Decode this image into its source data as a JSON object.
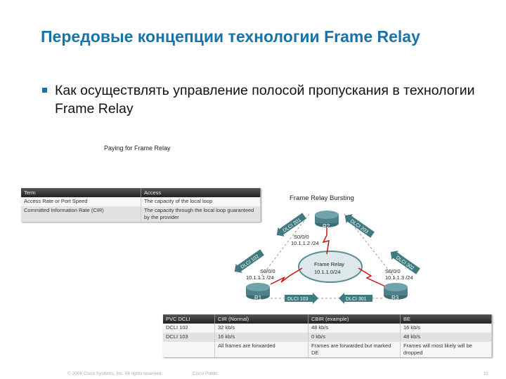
{
  "title": "Передовые концепции технологии Frame Relay",
  "bullet": "Как осуществлять управление полосой пропускания в технологии Frame Relay",
  "colors": {
    "title": "#1a73a8",
    "link": "#2e6b6b",
    "serial": "#d01010"
  },
  "paying": {
    "caption": "Paying for Frame Relay",
    "headers": [
      "Term",
      "Access"
    ],
    "rows": [
      [
        "Access Rate or Port Speed",
        "The capacity of the local loop"
      ],
      [
        "Committed Information Rate (CIR)",
        "The capacity through the local loop guaranteed by the provider"
      ]
    ]
  },
  "diagram": {
    "caption": "Frame Relay Bursting",
    "routers": [
      "R1",
      "R2",
      "R3"
    ],
    "cloud": {
      "label": "Frame Relay",
      "subnet": "10.1.1.0/24"
    },
    "r2_if": {
      "port": "S0/0/0",
      "ip": "10.1.1.2 /24"
    },
    "r1_if": {
      "port": "S0/0/0",
      "ip": "10.1.1.1 /24"
    },
    "r3_if": {
      "port": "S0/0/0",
      "ip": "10.1.1.3 /24"
    },
    "dlci": [
      "DLCI 201",
      "DLCI 203",
      "DLCI 102",
      "DLCI 302",
      "DLCI 103",
      "DLCI 301"
    ]
  },
  "burst": {
    "headers": [
      "PVC DCLI",
      "CIR (Normal)",
      "CBIR (example)",
      "BE"
    ],
    "rows": [
      [
        "DCLI 102",
        "32 kb/s",
        "48 kb/s",
        "16 kb/s"
      ],
      [
        "DCLI 103",
        "16 kb/s",
        "0 kb/s",
        "48 kb/s"
      ],
      [
        "",
        "All frames are forwarded",
        "Frames are forwarded but marked DE",
        "Frames will  most likely will be dropped"
      ]
    ]
  },
  "footer": {
    "copyright": "© 2006 Cisco Systems, Inc. All rights reserved.",
    "class": "Cisco Public",
    "page": "11"
  }
}
